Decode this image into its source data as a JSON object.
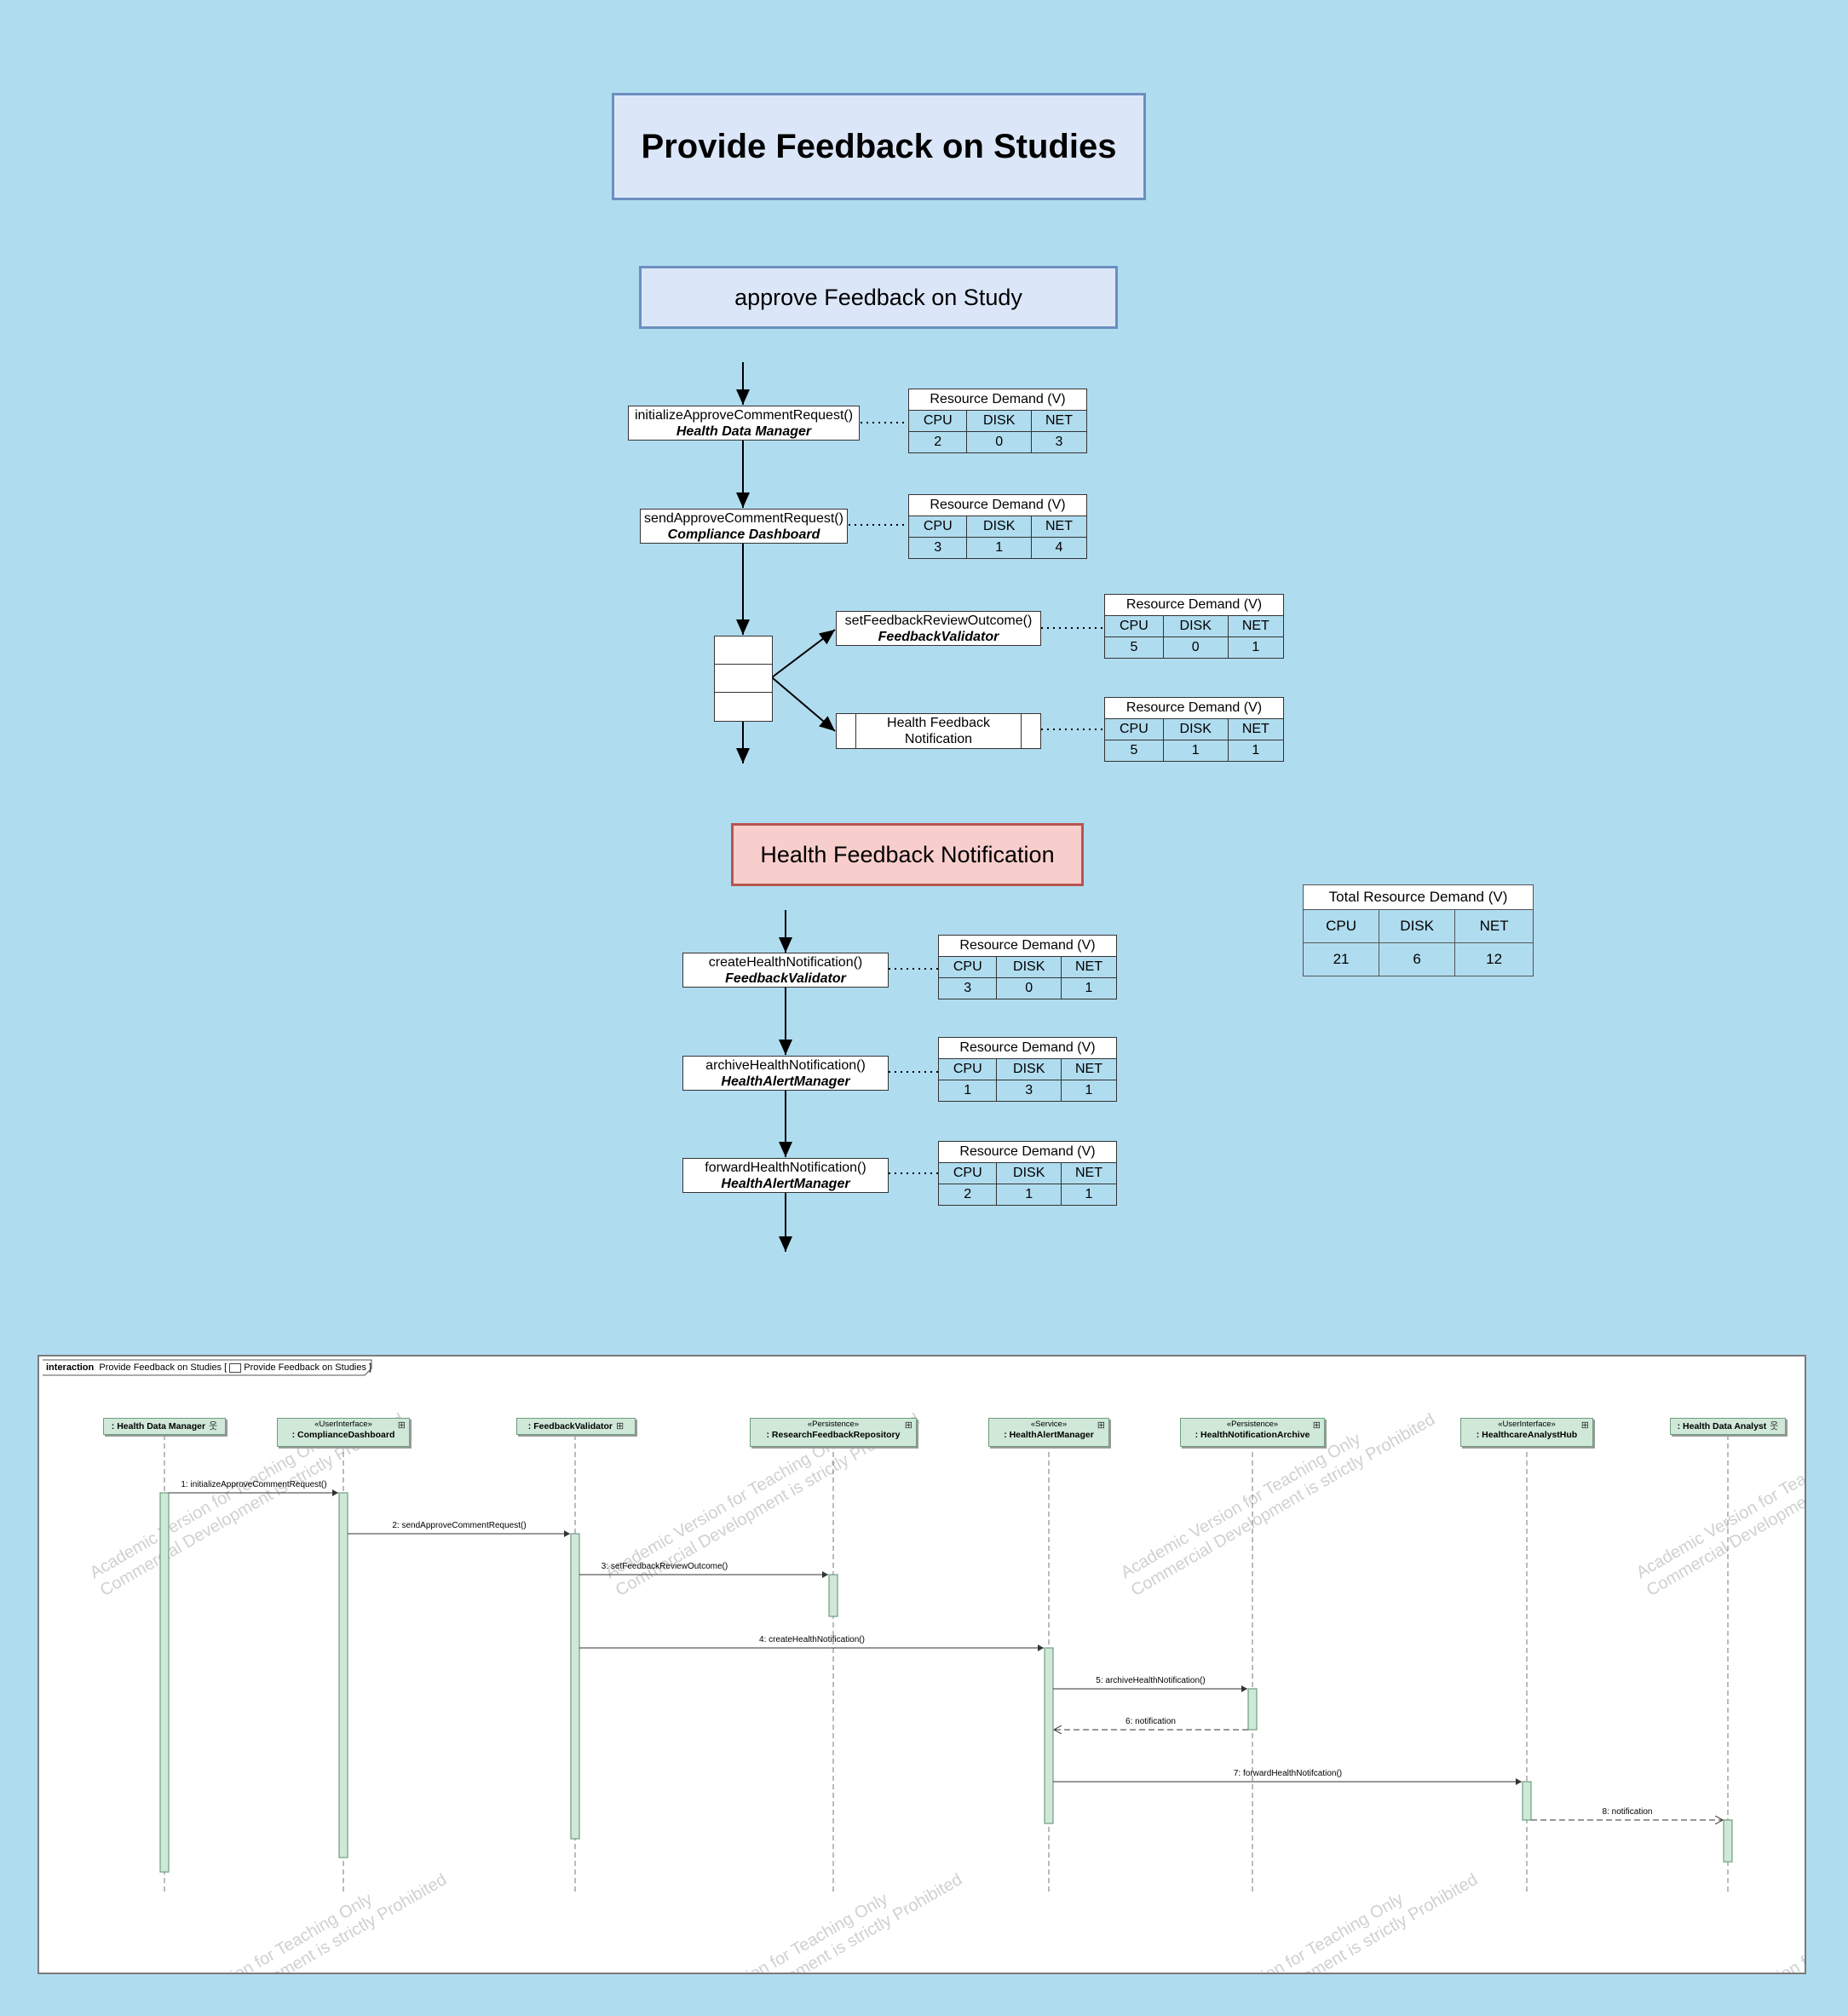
{
  "title": "Provide Feedback on Studies",
  "section1": {
    "title": "approve Feedback on Study",
    "ops": [
      {
        "method": "initializeApproveCommentRequest()",
        "component": "Health Data Manager",
        "rd": {
          "header": "Resource Demand (V)",
          "cols": [
            "CPU",
            "DISK",
            "NET"
          ],
          "vals": [
            "2",
            "0",
            "3"
          ]
        }
      },
      {
        "method": "sendApproveCommentRequest()",
        "component": "Compliance Dashboard",
        "rd": {
          "header": "Resource Demand (V)",
          "cols": [
            "CPU",
            "DISK",
            "NET"
          ],
          "vals": [
            "3",
            "1",
            "4"
          ]
        }
      },
      {
        "method": "setFeedbackReviewOutcome()",
        "component": "FeedbackValidator",
        "rd": {
          "header": "Resource Demand (V)",
          "cols": [
            "CPU",
            "DISK",
            "NET"
          ],
          "vals": [
            "5",
            "0",
            "1"
          ]
        }
      }
    ],
    "external": {
      "label": "Health Feedback Notification",
      "rd": {
        "header": "Resource Demand (V)",
        "cols": [
          "CPU",
          "DISK",
          "NET"
        ],
        "vals": [
          "5",
          "1",
          "1"
        ]
      }
    }
  },
  "section2": {
    "title": "Health Feedback Notification",
    "ops": [
      {
        "method": "createHealthNotification()",
        "component": "FeedbackValidator",
        "rd": {
          "header": "Resource Demand (V)",
          "cols": [
            "CPU",
            "DISK",
            "NET"
          ],
          "vals": [
            "3",
            "0",
            "1"
          ]
        }
      },
      {
        "method": "archiveHealthNotification()",
        "component": "HealthAlertManager",
        "rd": {
          "header": "Resource Demand (V)",
          "cols": [
            "CPU",
            "DISK",
            "NET"
          ],
          "vals": [
            "1",
            "3",
            "1"
          ]
        }
      },
      {
        "method": "forwardHealthNotification()",
        "component": "HealthAlertManager",
        "rd": {
          "header": "Resource Demand (V)",
          "cols": [
            "CPU",
            "DISK",
            "NET"
          ],
          "vals": [
            "2",
            "1",
            "1"
          ]
        }
      }
    ]
  },
  "total": {
    "header": "Total Resource Demand (V)",
    "cols": [
      "CPU",
      "DISK",
      "NET"
    ],
    "vals": [
      "21",
      "6",
      "12"
    ]
  },
  "sequence": {
    "frame_kw": "interaction",
    "frame_name": "Provide Feedback on Studies",
    "frame_ref": "Provide Feedback on Studies",
    "lifelines": [
      {
        "stereo": "",
        "name": ": Health Data Manager",
        "icon": "actor-icon"
      },
      {
        "stereo": "«UserInterface»",
        "name": ": ComplianceDashboard",
        "icon": "component-icon"
      },
      {
        "stereo": "",
        "name": ": FeedbackValidator",
        "icon": "component-icon"
      },
      {
        "stereo": "«Persistence»",
        "name": ": ResearchFeedbackRepository",
        "icon": "component-icon"
      },
      {
        "stereo": "«Service»",
        "name": ": HealthAlertManager",
        "icon": "component-icon"
      },
      {
        "stereo": "«Persistence»",
        "name": ": HealthNotificationArchive",
        "icon": "component-icon"
      },
      {
        "stereo": "«UserInterface»",
        "name": ": HealthcareAnalystHub",
        "icon": "component-icon"
      },
      {
        "stereo": "",
        "name": ": Health Data Analyst",
        "icon": "actor-icon"
      }
    ],
    "messages": [
      "1: initializeApproveCommentRequest()",
      "2: sendApproveCommentRequest()",
      "3: setFeedbackReviewOutcome()",
      "4: createHealthNotification()",
      "5: archiveHealthNotification()",
      "6: notification",
      "7: forwardHealthNotifcation()",
      "8: notification"
    ],
    "watermark": "Academic Version for Teaching Only\nCommercial Development is strictly Prohibited"
  }
}
